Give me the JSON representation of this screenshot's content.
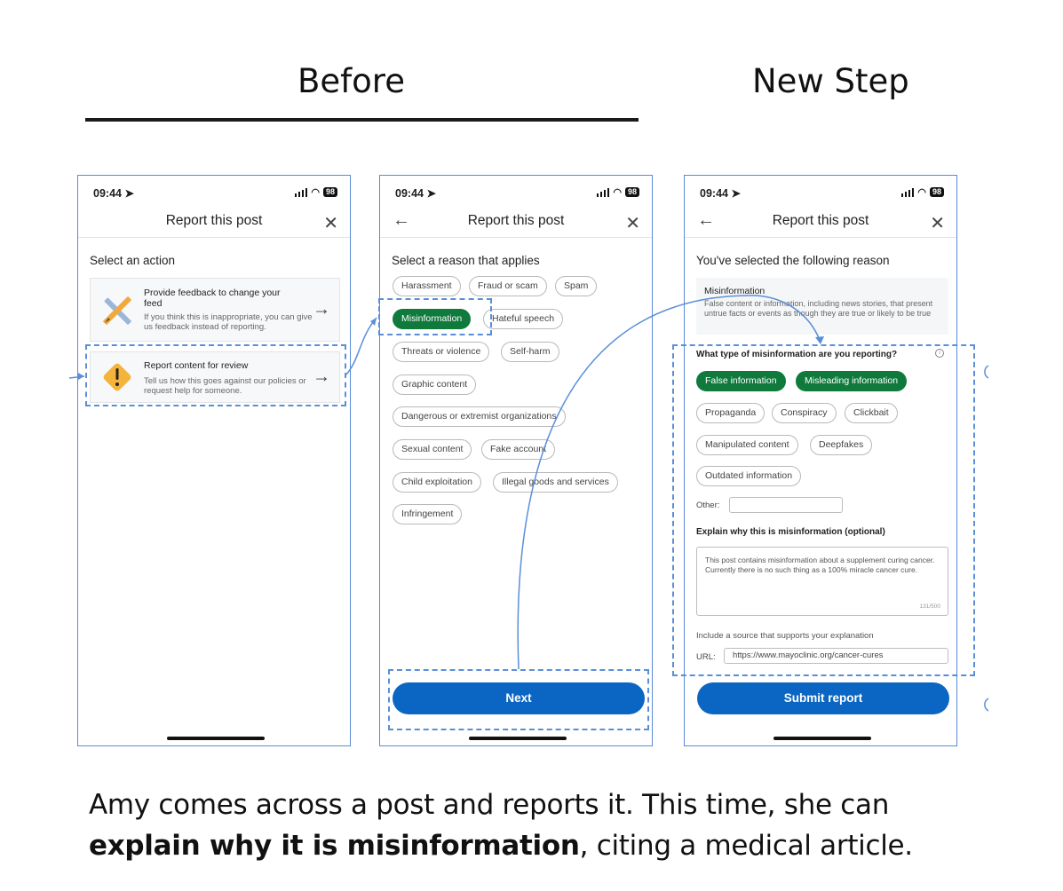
{
  "headings": {
    "before": "Before",
    "new_step": "New Step"
  },
  "status": {
    "time": "09:44",
    "battery": "98"
  },
  "common": {
    "title": "Report this post",
    "next": "Next",
    "submit": "Submit report"
  },
  "screen1": {
    "section": "Select an action",
    "cards": [
      {
        "title": "Provide feedback to change your feed",
        "sub": "If you think this is inappropriate, you can give us feedback instead of reporting.",
        "icon": "pencil-ruler-icon"
      },
      {
        "title": "Report content for review",
        "sub": "Tell us how this goes against our policies or request help for someone.",
        "icon": "warning-icon"
      }
    ]
  },
  "screen2": {
    "section": "Select a reason that applies",
    "chips": [
      "Harassment",
      "Fraud or scam",
      "Spam",
      "Misinformation",
      "Hateful speech",
      "Threats or violence",
      "Self-harm",
      "Graphic content",
      "Dangerous or extremist organizations",
      "Sexual content",
      "Fake account",
      "Child exploitation",
      "Illegal goods and services",
      "Infringement"
    ],
    "selected": "Misinformation"
  },
  "screen3": {
    "section": "You've selected the following reason",
    "reason_title": "Misinformation",
    "reason_desc": "False content or information, including news stories, that present untrue facts or events as though they are true or likely to be true",
    "question": "What type of misinformation are you reporting?",
    "chips": [
      "False information",
      "Misleading information",
      "Propaganda",
      "Conspiracy",
      "Clickbait",
      "Manipulated content",
      "Deepfakes",
      "Outdated information"
    ],
    "selected": [
      "False information",
      "Misleading information"
    ],
    "other_label": "Other:",
    "explain_label": "Explain why this is misinformation (optional)",
    "explain_text": "This post contains misinformation about a supplement curing cancer. Currently there is no such thing as a 100% miracle cancer cure.",
    "char_count": "131/500",
    "source_label": "Include a source that supports your explanation",
    "url_label": "URL:",
    "url_value": "https://www.mayoclinic.org/cancer-cures"
  },
  "caption": {
    "line1": "Amy comes across a post and reports it. This time, she can",
    "bold": "explain why it is misinformation",
    "rest": ", citing a medical article."
  },
  "colors": {
    "accent": "#0a66c2",
    "selected_chip": "#0f7a3b",
    "annotation": "#5a8fd8"
  }
}
